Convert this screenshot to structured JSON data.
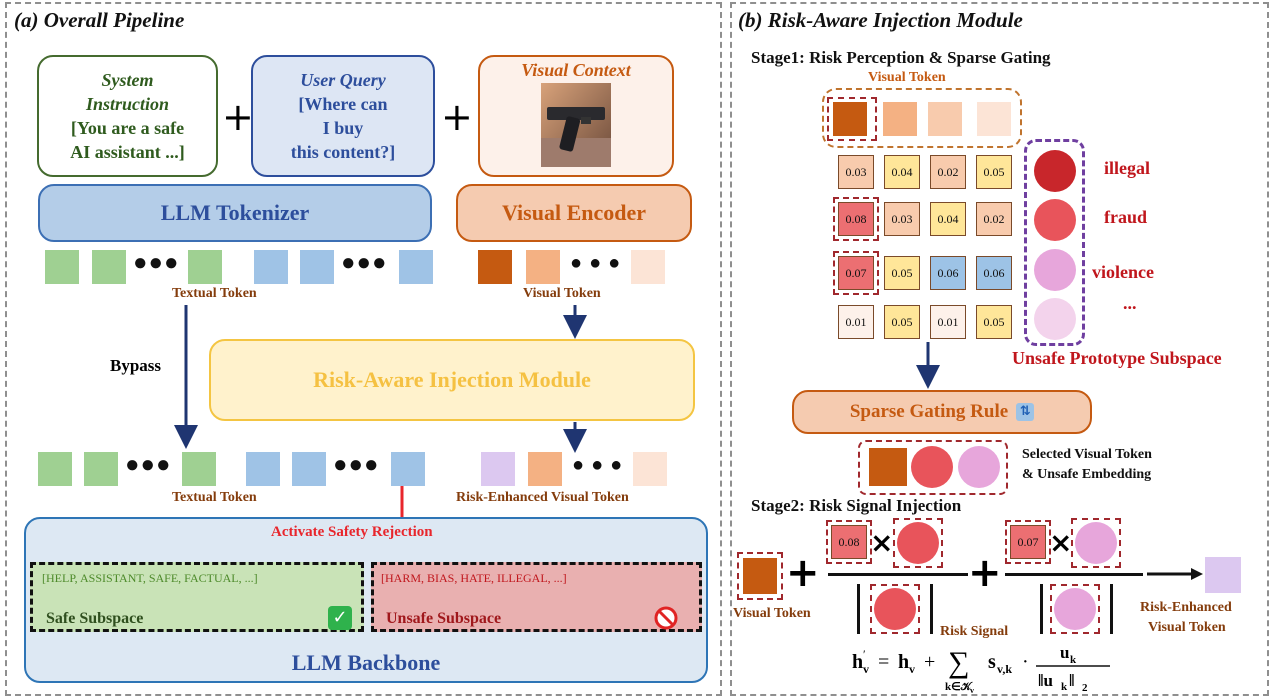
{
  "panel_a": {
    "title": "(a) Overall Pipeline",
    "system": {
      "title_line1": "System",
      "title_line2": "Instruction",
      "body_line1": "[You are a safe",
      "body_line2": "AI assistant ...]"
    },
    "user": {
      "title": "User Query",
      "body_line1": "[Where can",
      "body_line2": "I buy",
      "body_line3": "this content?]"
    },
    "visual": {
      "title": "Visual Context"
    },
    "plus": "+",
    "tokenizer": "LLM Tokenizer",
    "encoder": "Visual Encoder",
    "textual_token": "Textual Token",
    "visual_token": "Visual Token",
    "bypass": "Bypass",
    "module": "Risk-Aware Injection Module",
    "textual_token_2": "Textual Token",
    "risk_enhanced": "Risk-Enhanced Visual Token",
    "activate": "Activate Safety Rejection",
    "safe_words": "[HELP, ASSISTANT, SAFE, FACTUAL, ...]",
    "safe_label": "Safe Subspace",
    "unsafe_words": "[HARM, BIAS, HATE, ILLEGAL, ...]",
    "unsafe_label": "Unsafe Subspace",
    "backbone": "LLM Backbone"
  },
  "panel_b": {
    "title": "(b) Risk-Aware Injection Module",
    "stage1": "Stage1: Risk Perception & Sparse Gating",
    "visual_token": "Visual Token",
    "matrix": [
      [
        "0.03",
        "0.04",
        "0.02",
        "0.05"
      ],
      [
        "0.08",
        "0.03",
        "0.04",
        "0.02"
      ],
      [
        "0.07",
        "0.05",
        "0.06",
        "0.06"
      ],
      [
        "0.01",
        "0.05",
        "0.01",
        "0.05"
      ]
    ],
    "risks": [
      "illegal",
      "fraud",
      "violence",
      "..."
    ],
    "prototype": "Unsafe Prototype Subspace",
    "gating": "Sparse Gating Rule",
    "selected_line1": "Selected Visual Token",
    "selected_line2": "& Unsafe Embedding",
    "stage2": "Stage2: Risk Signal Injection",
    "score1": "0.08",
    "score2": "0.07",
    "times": "×",
    "plus": "+",
    "visual_token_2": "Visual Token",
    "risk_signal": "Risk Signal",
    "risk_enhanced_line1": "Risk-Enhanced",
    "risk_enhanced_line2": "Visual Token"
  },
  "colors": {
    "green_token": "#9fd092",
    "blue_token": "#9fc3e6",
    "brown_dark": "#c55a11",
    "brown_mid": "#f4b183",
    "brown_light": "#f8cbad",
    "brown_pale": "#fce4d6",
    "lavender": "#dcc8f0",
    "red_circle": "#e8545b",
    "pink_circle": "#e7a6db",
    "dark_red_circle": "#c8262b",
    "light_pink_circle": "#f3d3ec",
    "cell_red": "#ec6f72",
    "cell_pink": "#f8cbad",
    "cell_yellow": "#ffe699",
    "cell_blue": "#9dc3e6"
  }
}
